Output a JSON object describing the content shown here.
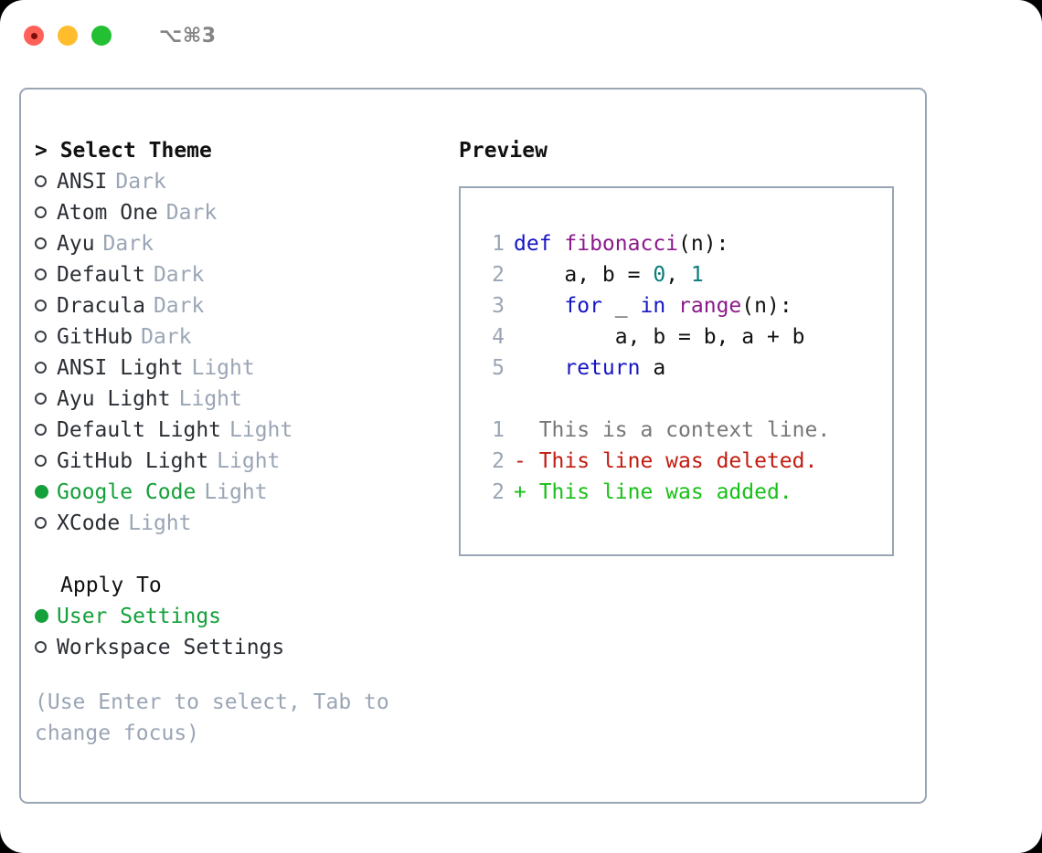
{
  "titlebar": {
    "traffic_lights": [
      "close",
      "minimize",
      "zoom"
    ],
    "shortcut": "⌥⌘3"
  },
  "left_panel": {
    "header": {
      "caret": "> ",
      "title": "Select Theme"
    },
    "themes": [
      {
        "bullet": "o",
        "name": "ANSI",
        "tag": "Dark",
        "selected": false
      },
      {
        "bullet": "o",
        "name": "Atom One",
        "tag": "Dark",
        "selected": false
      },
      {
        "bullet": "o",
        "name": "Ayu",
        "tag": "Dark",
        "selected": false
      },
      {
        "bullet": "o",
        "name": "Default",
        "tag": "Dark",
        "selected": false
      },
      {
        "bullet": "o",
        "name": "Dracula",
        "tag": "Dark",
        "selected": false
      },
      {
        "bullet": "o",
        "name": "GitHub",
        "tag": "Dark",
        "selected": false
      },
      {
        "bullet": "o",
        "name": "ANSI Light",
        "tag": "Light",
        "selected": false
      },
      {
        "bullet": "o",
        "name": "Ayu Light",
        "tag": "Light",
        "selected": false
      },
      {
        "bullet": "o",
        "name": "Default Light",
        "tag": "Light",
        "selected": false
      },
      {
        "bullet": "o",
        "name": "GitHub Light",
        "tag": "Light",
        "selected": false
      },
      {
        "bullet": "●",
        "name": "Google Code",
        "tag": "Light",
        "selected": true
      },
      {
        "bullet": "o",
        "name": "XCode",
        "tag": "Light",
        "selected": false
      }
    ],
    "apply_to": {
      "title": "Apply To",
      "options": [
        {
          "bullet": "●",
          "name": "User Settings",
          "selected": true
        },
        {
          "bullet": "o",
          "name": "Workspace Settings",
          "selected": false
        }
      ]
    },
    "hint": "(Use Enter to select, Tab to change focus)"
  },
  "right_panel": {
    "header": "Preview",
    "code_lines": [
      {
        "lineno": "1",
        "segments": [
          {
            "text": "def ",
            "style": "kw"
          },
          {
            "text": "fibonacci",
            "style": "fn"
          },
          {
            "text": "(n):",
            "style": "pl"
          }
        ]
      },
      {
        "lineno": "2",
        "segments": [
          {
            "text": "    a, b = ",
            "style": "pl"
          },
          {
            "text": "0",
            "style": "num"
          },
          {
            "text": ", ",
            "style": "pl"
          },
          {
            "text": "1",
            "style": "num"
          }
        ]
      },
      {
        "lineno": "3",
        "segments": [
          {
            "text": "    for ",
            "style": "kw"
          },
          {
            "text": "_ ",
            "style": "pl"
          },
          {
            "text": "in ",
            "style": "kw"
          },
          {
            "text": "range",
            "style": "fn"
          },
          {
            "text": "(n):",
            "style": "pl"
          }
        ]
      },
      {
        "lineno": "4",
        "segments": [
          {
            "text": "        a, b = b, a + b",
            "style": "pl"
          }
        ]
      },
      {
        "lineno": "5",
        "segments": [
          {
            "text": "    return ",
            "style": "kw"
          },
          {
            "text": "a",
            "style": "pl"
          }
        ]
      }
    ],
    "diff_lines": [
      {
        "lineno": "1",
        "marker": "  ",
        "text": "This is a context line.",
        "style": "ctx"
      },
      {
        "lineno": "2",
        "marker": "- ",
        "text": "This line was deleted.",
        "style": "del"
      },
      {
        "lineno": "2",
        "marker": "+ ",
        "text": "This line was added.",
        "style": "add"
      }
    ]
  },
  "colors": {
    "accent_green": "#14a03a",
    "border": "#9aa5b5",
    "muted_text": "#9aa5b5",
    "keyword": "#1515c4",
    "function": "#8a1a8a",
    "number": "#0b7b7b",
    "diff_deleted": "#c21b10",
    "diff_added": "#18c018",
    "light_red": "#ff6159",
    "light_yellow": "#ffbd2e",
    "light_green": "#24c033"
  }
}
